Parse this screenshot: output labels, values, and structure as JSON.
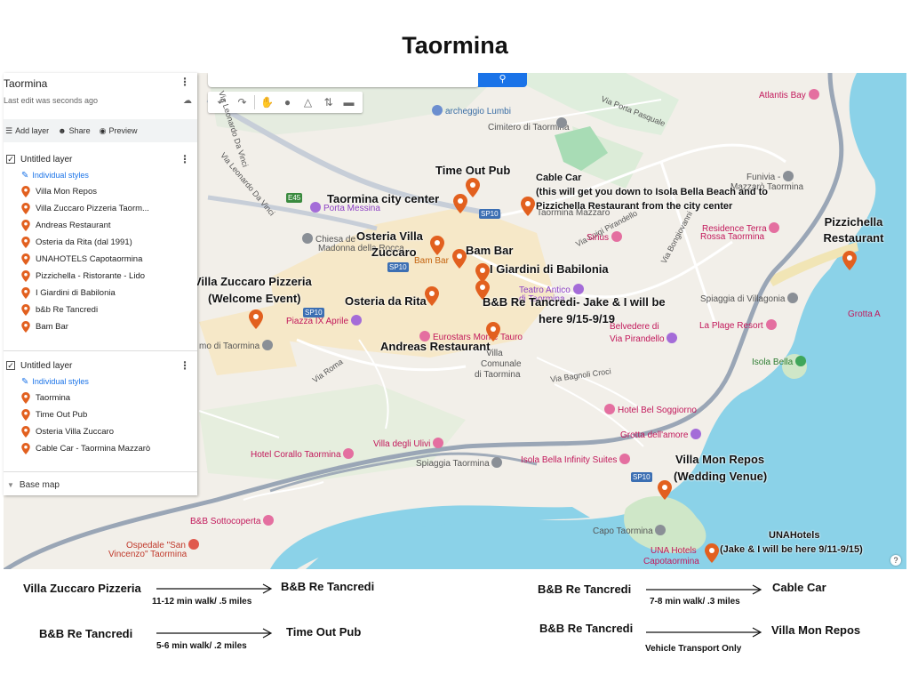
{
  "title": "Taormina",
  "panel": {
    "title": "Taormina",
    "subtitle": "Last edit was seconds ago",
    "actions": {
      "add_layer": "Add layer",
      "share": "Share",
      "preview": "Preview"
    },
    "layers": [
      {
        "name": "Untitled layer",
        "styles": "Individual styles",
        "items": [
          "Villa Mon Repos",
          "Villa Zuccaro Pizzeria Taorm...",
          "Andreas Restaurant",
          "Osteria da Rita (dal 1991)",
          "UNAHOTELS Capotaormina",
          "Pizzichella - Ristorante - Lido",
          "I Giardini di Babilonia",
          "b&b Re Tancredi",
          "Bam Bar"
        ]
      },
      {
        "name": "Untitled layer",
        "styles": "Individual styles",
        "items": [
          "Taormina",
          "Time Out Pub",
          "Osteria Villa Zuccaro",
          "Cable Car - Taormina Mazzarò"
        ]
      }
    ],
    "base_map": "Base map"
  },
  "pin_color": "#e2601f",
  "labels": {
    "time_out_pub": "Time Out Pub",
    "city_center": "Taormina city center",
    "cable_car_title": "Cable Car",
    "cable_car_line1": "(this will get you down to Isola Bella Beach and to",
    "cable_car_line2": "Pizzichella Restaurant from the city center",
    "pizzichella_line1": "Pizzichella",
    "pizzichella_line2": "Restaurant",
    "osteria_villa_line1": "Osteria Villa",
    "osteria_villa_line2": "Zuccaro",
    "bam_bar": "Bam Bar",
    "giardini": "I Giardini di Babilonia",
    "villa_zuccaro_line1": "Villa Zuccaro Pizzeria",
    "villa_zuccaro_line2": "(Welcome Event)",
    "osteria_rita": "Osteria da Rita",
    "re_tancredi_line1": "B&B Re Tancredi- Jake & I will be",
    "re_tancredi_line2": "here 9/15-9/19",
    "andreas": "Andreas Restaurant",
    "mon_repos_line1": "Villa Mon Repos",
    "mon_repos_line2": "(Wedding Venue)",
    "unahotels_line1": "UNAHotels",
    "unahotels_line2": "(Jake & I will be here 9/11-9/15)"
  },
  "map_pois": {
    "parcheggio": "archeggio Lumbi",
    "cimitero": "Cimitero di Taormina",
    "atlantis": "Atlantis Bay",
    "funivia_1": "Funivia -",
    "funivia_2": "Mazzarò Taormina",
    "porta_messina": "Porta Messina",
    "taormina_mazzaro": "Taormina Mazzaro",
    "sirius": "Sirius",
    "residence_1": "Residence Terra",
    "residence_2": "Rossa Taormina",
    "chiesa_1": "Chiesa de",
    "chiesa_2": "Madonna della Rocca",
    "bam_bar_map": "Bam Bar",
    "teatro_1": "Teatro Antico",
    "teatro_2": "di Taormina",
    "spiaggia_villagonia": "Spiaggia di Villagonia",
    "grotta_azzurra": "Grotta A",
    "piazza": "Piazza IX Aprile",
    "duomo": "mo di Taormina",
    "eurostars": "Eurostars Monte Tauro",
    "belvedere_1": "Belvedere di",
    "belvedere_2": "Via Pirandello",
    "la_plage": "La Plage Resort",
    "isola_bella": "Isola Bella",
    "villa_comunale_1": "Villa",
    "villa_comunale_2": "Comunale",
    "villa_comunale_3": "di Taormina",
    "hotel_bel_soggiorno": "Hotel Bel Soggiorno",
    "grotta_amore": "Grotta dell'amore",
    "villa_ulivi": "Villa degli Ulivi",
    "hotel_corallo": "Hotel Corallo Taormina",
    "spiaggia_taormina": "Spiaggia Taormina",
    "isola_bella_suites": "Isola Bella Infinity Suites",
    "bb_sottocoperta": "B&B Sottocoperta",
    "capo_taormina": "Capo Taormina",
    "una_map_1": "UNA Hotels",
    "una_map_2": "Capotaormina",
    "ospedale_1": "Ospedale \"San",
    "ospedale_2": "Vincenzo\" Taormina"
  },
  "roads": {
    "via_leonardo_da_vinci_1": "Via Leonardo Da Vinci",
    "via_leonardo_da_vinci_2": "Via Leonardo Da Vinci",
    "via_porta_pasquale": "Via Porta Pasquale",
    "via_luigi_pirandello": "Via Luigi Pirandello",
    "via_roma": "Via Roma",
    "via_bagnoli_croci": "Via Bagnoli Croci",
    "via_bongiovanni": "Via Bongiovanni",
    "e45": "E45",
    "sp10": "SP10"
  },
  "routes": [
    {
      "from": "Villa Zuccaro Pizzeria",
      "to": "B&B Re Tancredi",
      "note": "11-12 min walk/ .5 miles"
    },
    {
      "from": "B&B Re Tancredi",
      "to": "Time Out Pub",
      "note": "5-6  min walk/ .2 miles"
    },
    {
      "from": "B&B Re Tancredi",
      "to": "Cable Car",
      "note": "7-8 min walk/ .3 miles"
    },
    {
      "from": "B&B Re Tancredi",
      "to": "Villa Mon Repos",
      "note": "Vehicle  Transport Only"
    }
  ],
  "colors": {
    "water": "#8bd2e8",
    "land": "#f2efe9",
    "town": "#f5e6c4",
    "road_major": "#8a96a6",
    "park": "#b9e3c2",
    "accent": "#1a73e8"
  }
}
